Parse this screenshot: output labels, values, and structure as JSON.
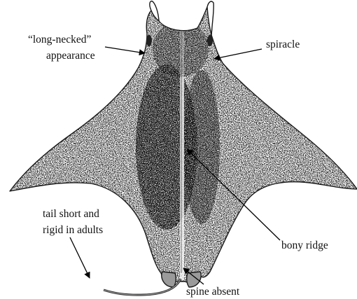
{
  "labels": {
    "long_necked_line1": "“long-necked”",
    "long_necked_line2": "appearance",
    "spiracle": "spiracle",
    "bony_ridge": "bony ridge",
    "tail_line1": "tail short and",
    "tail_line2": "rigid in adults",
    "spine_absent": "spine absent"
  },
  "colors": {
    "ink": "#111111",
    "background": "#ffffff"
  }
}
